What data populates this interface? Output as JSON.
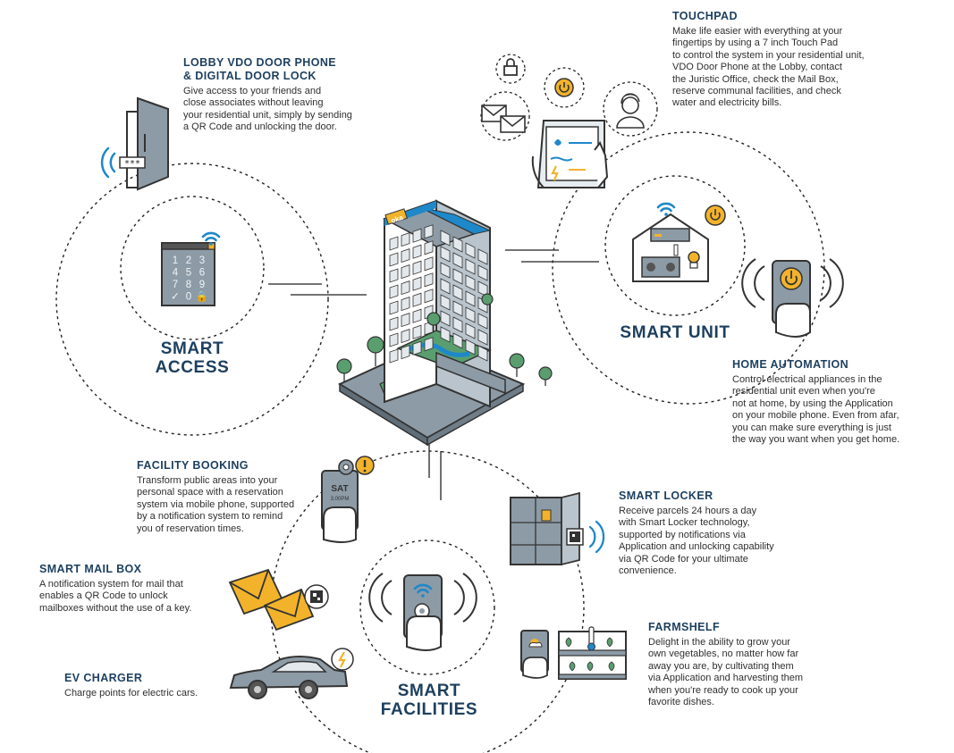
{
  "features": {
    "lobby": {
      "title_line1": "LOBBY VDO DOOR PHONE",
      "title_line2": "& DIGITAL DOOR LOCK",
      "body": "Give access to your friends and\nclose associates without leaving\nyour residential unit, simply by sending\na QR Code and unlocking the door."
    },
    "touchpad": {
      "title": "TOUCHPAD",
      "body": "Make life easier with everything at your\nfingertips by using a 7 inch Touch Pad\nto control the system in your residential unit,\nVDO Door Phone at the Lobby, contact\nthe Juristic Office, check the Mail Box,\nreserve communal facilities, and check\nwater and electricity bills."
    },
    "home_automation": {
      "title": "HOME AUTOMATION",
      "body": "Control electrical appliances in the\nresidential unit even when you're\nnot at home, by using the Application\non your mobile phone. Even from afar,\nyou can make sure everything is just\nthe way you want when you get home."
    },
    "facility_booking": {
      "title": "FACILITY BOOKING",
      "body": "Transform public areas into your\npersonal space with a reservation\nsystem via mobile phone, supported\nby a notification system to remind\nyou of reservation times."
    },
    "smart_mail_box": {
      "title": "SMART MAIL BOX",
      "body": "A notification system for mail that\nenables a QR Code to unlock\nmailboxes without the use of a key."
    },
    "ev_charger": {
      "title": "EV CHARGER",
      "body": "Charge points for electric cars."
    },
    "smart_locker": {
      "title": "SMART LOCKER",
      "body": "Receive parcels 24 hours a day\nwith Smart Locker technology,\nsupported by notifications via\nApplication and unlocking capability\nvia QR Code for your ultimate\nconvenience."
    },
    "farmshelf": {
      "title": "FARMSHELF",
      "body": "Delight in the ability to grow your\nown vegetables, no matter how far\naway you are, by cultivating them\nvia Application and harvesting them\nwhen you're ready to cook up your\nfavorite dishes."
    }
  },
  "hubs": {
    "smart_access": {
      "line1": "SMART",
      "line2": "ACCESS"
    },
    "smart_unit": {
      "label": "SMART UNIT"
    },
    "smart_facilities": {
      "line1": "SMART",
      "line2": "FACILITIES"
    }
  },
  "icon_text": {
    "keypad_keys": [
      "1",
      "2",
      "3",
      "4",
      "5",
      "6",
      "7",
      "8",
      "9",
      "✓",
      "0",
      "🔒"
    ],
    "door_code": "***",
    "booking_day": "SAT",
    "booking_time": "3.00PM",
    "building_sign": "oka"
  },
  "colors": {
    "navy": "#1d3f5e",
    "blue_accent": "#1e88c9",
    "gold": "#f2b32b",
    "gray": "#8d9ba6",
    "green": "#5a9e6f"
  },
  "icons": [
    "door-icon",
    "keypad-icon",
    "padlock-icon",
    "power-icon",
    "envelopes-icon",
    "person-icon",
    "touchpad-icon",
    "house-icon",
    "phone-power-icon",
    "building-icon",
    "booking-phone-icon",
    "mailbox-icon",
    "car-icon",
    "locker-icon",
    "facilities-phone-icon",
    "farmshelf-icon"
  ]
}
